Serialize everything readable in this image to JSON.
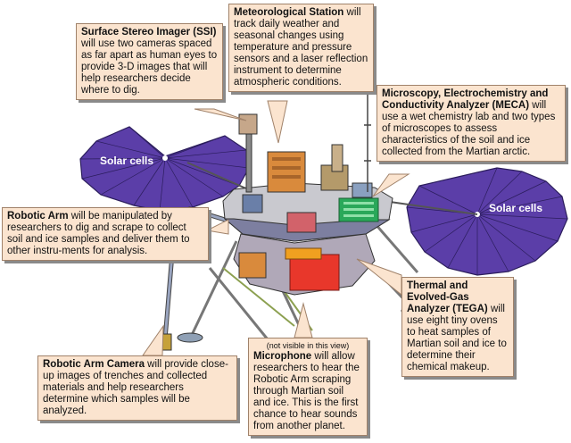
{
  "labels": {
    "solar_left": "Solar cells",
    "solar_right": "Solar cells"
  },
  "callouts": {
    "ssi": {
      "title": "Surface Stereo Imager (SSI)",
      "text": "will use two cameras spaced as far apart as human eyes to provide 3-D images that will help researchers decide where to dig."
    },
    "met": {
      "title": "Meteorological Station",
      "text": "will track daily weather and seasonal changes using temperature and pressure sensors and a laser reflection instrument to determine atmospheric conditions."
    },
    "meca": {
      "title": "Microscopy, Electrochemistry and Conductivity Analyzer (MECA)",
      "text": "will use a wet chemistry lab and two types of microscopes to assess characteristics of the soil and ice collected from the Martian arctic."
    },
    "arm": {
      "title": "Robotic Arm",
      "text": "will be manipulated by researchers to dig and scrape to collect soil and ice samples and deliver them to other instru-ments for analysis."
    },
    "tega": {
      "title": "Thermal and Evolved-Gas Analyzer (TEGA)",
      "text": "will use eight tiny ovens to heat samples of Martian soil and ice to determine their chemical makeup."
    },
    "cam": {
      "title": "Robotic Arm Camera",
      "text": "will provide close-up images of trenches and collected materials and help researchers determine which samples will be analyzed."
    },
    "mic": {
      "note": "(not visible in this view)",
      "title": "Microphone",
      "text": "will allow researchers to hear the Robotic Arm scraping through Martian soil and ice. This is the first chance to hear sounds from another planet."
    }
  },
  "colors": {
    "solar_panel": "#5b3ea8",
    "callout_fill": "#fbe4cf",
    "tega_box": "#e8372b",
    "deck": "#c9c9cf",
    "orange_box": "#d98a3c"
  }
}
